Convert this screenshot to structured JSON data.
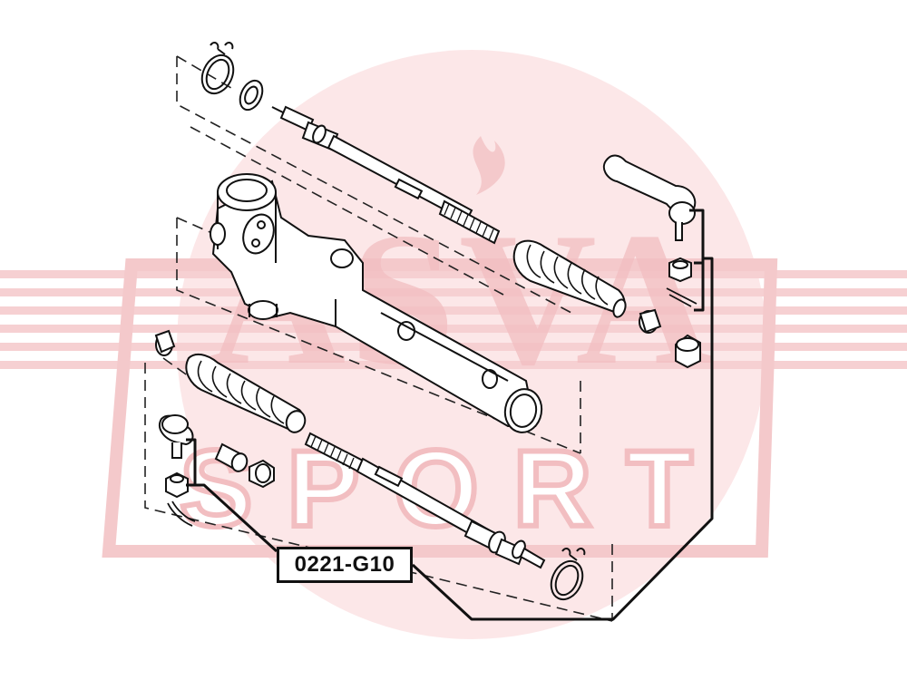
{
  "diagram": {
    "part_number": "0221-G10",
    "watermark": {
      "brand_main": "ASVA",
      "brand_sub": "SPORT",
      "color": "#f4c9cb"
    },
    "line_color": "#111111"
  }
}
